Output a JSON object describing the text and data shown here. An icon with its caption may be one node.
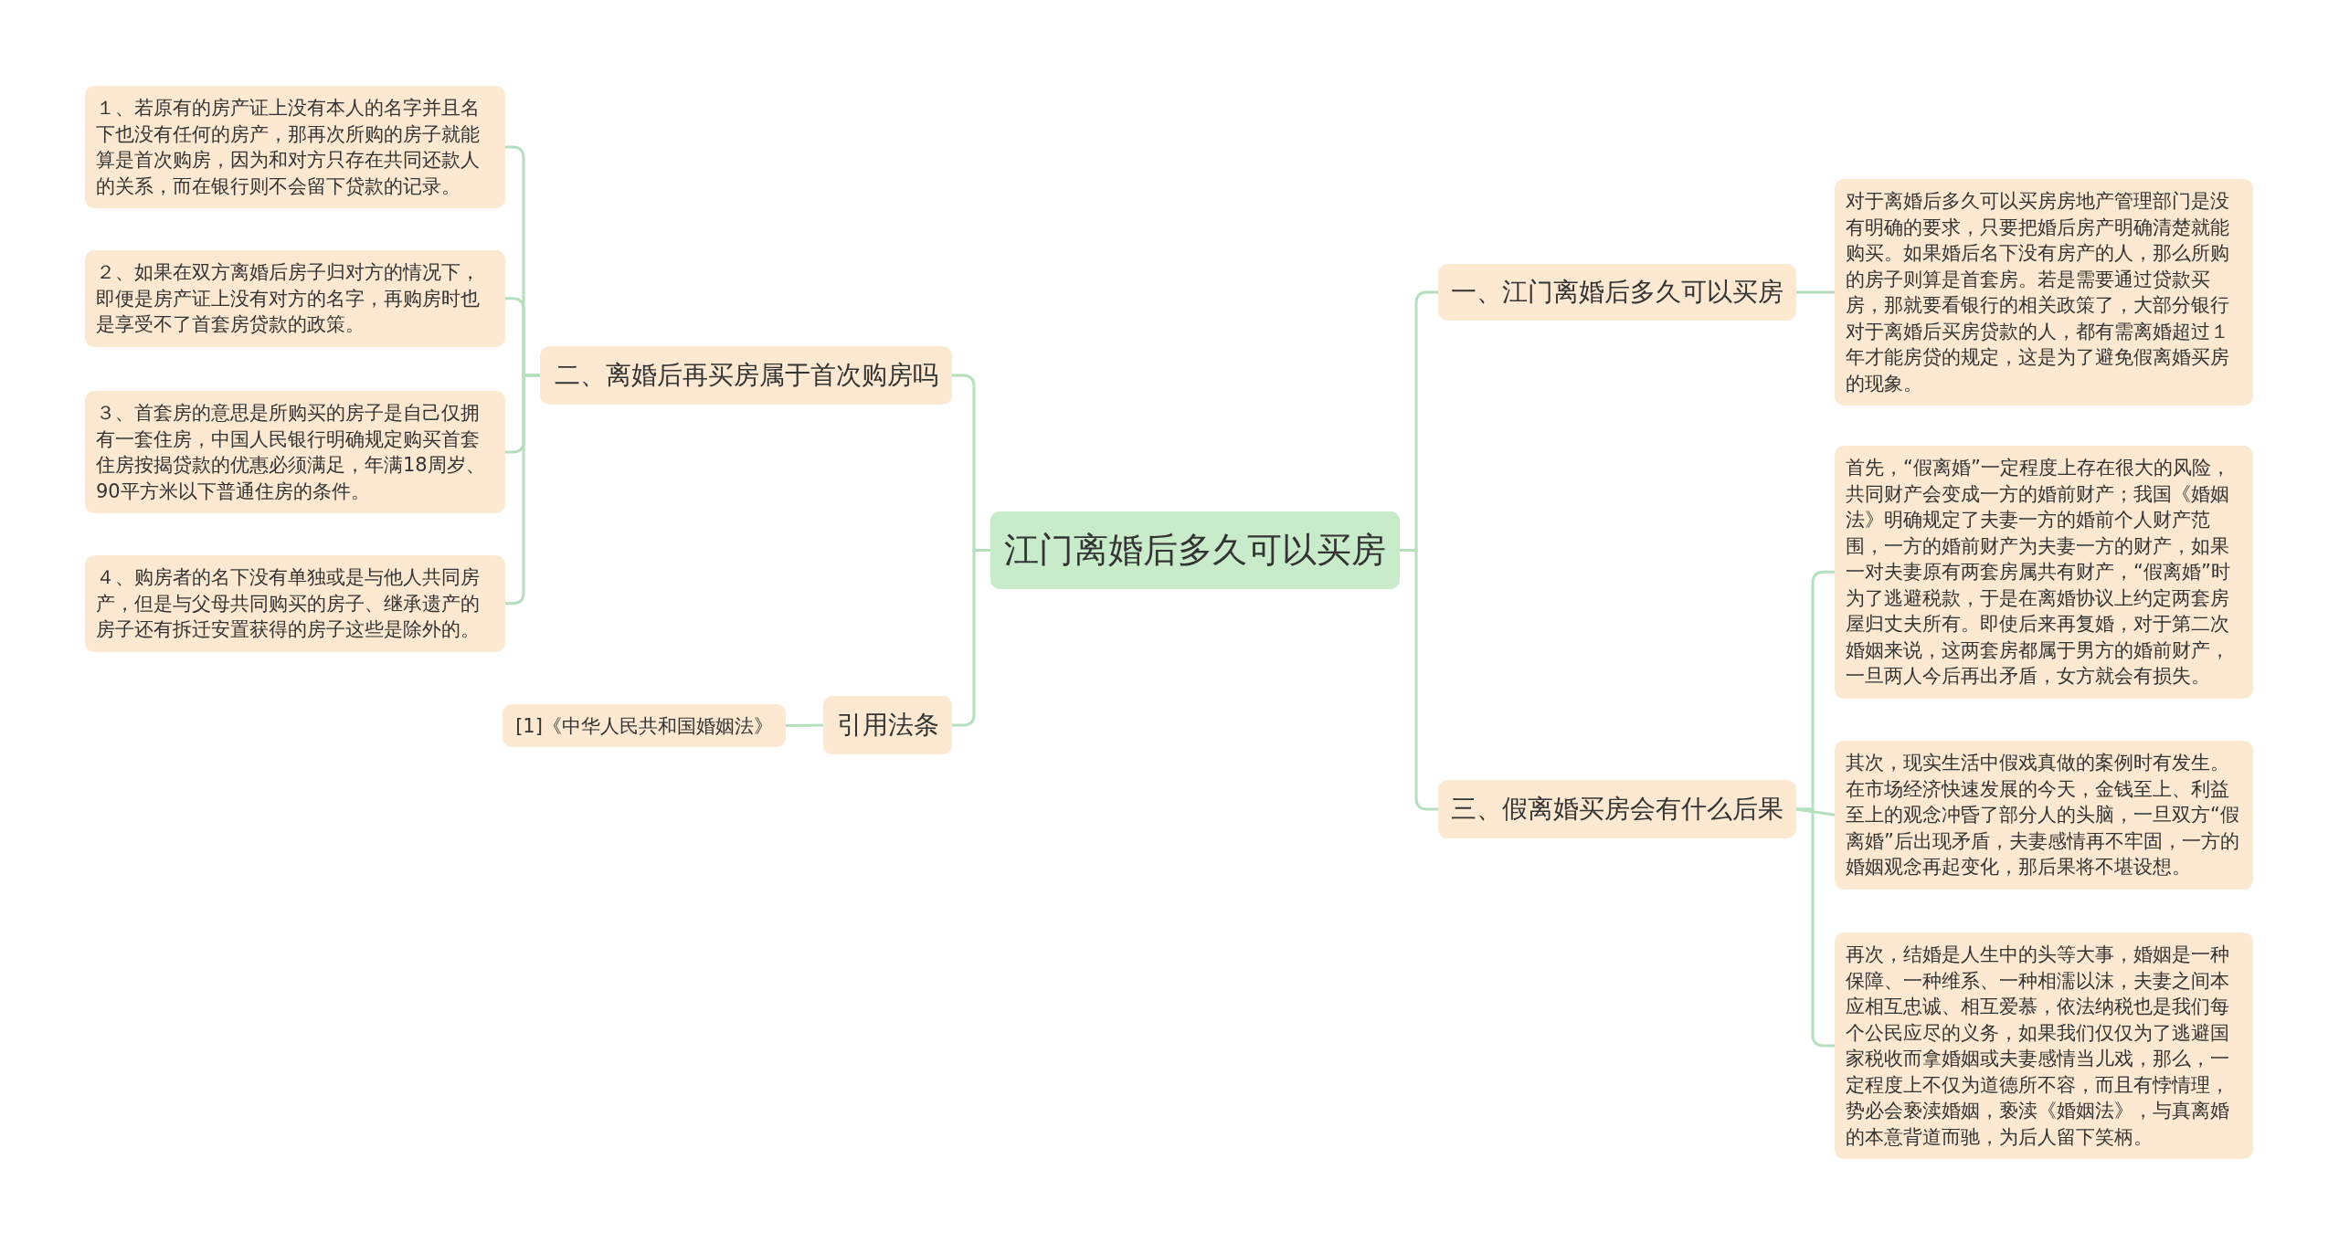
{
  "diagram": {
    "nodes": [
      {
        "text": [
          "江门离婚后多久可以买房"
        ]
      },
      {
        "text": [
          "二、离婚后再买房属于首次购房吗"
        ]
      },
      {
        "text": [
          "１、若原有的房产证上没有本人的名字并且名下也没有任何的房产，那再次所购的房子就能算是首次购房，因为和对方只存在共同还款人的关系，而在银行则不会留下贷款的记录。"
        ]
      },
      {
        "text": [
          "２、如果在双方离婚后房子归对方的情况下，即便是房产证上没有对方的名字，再购房时也是享受不了首套房贷款的政策。"
        ]
      },
      {
        "text": [
          "３、首套房的意思是所购买的房子是自己仅拥有一套住房，中国人民银行明确规定购买首套住房按揭贷款的优惠必须满足，年满18周岁、90平方米以下普通住房的条件。"
        ]
      },
      {
        "text": [
          "４、购房者的名下没有单独或是与他人共同房产，但是与父母共同购买的房子、继承遗产的房子还有拆迁安置获得的房子这些是除外的。"
        ]
      },
      {
        "text": [
          "引用法条"
        ]
      },
      {
        "text": [
          "[1]《中华人民共和国婚姻法》"
        ]
      },
      {
        "text": [
          "一、江门离婚后多久可以买房"
        ]
      },
      {
        "text": [
          "对于离婚后多久可以买房房地产管理部门是没有明确的要求，只要把婚后房产明确清楚就能购买。如果婚后名下没有房产的人，那么所购的房子则算是首套房。若是需要通过贷款买房，那就要看银行的相关政策了，大部分银行对于离婚后买房贷款的人，都有需离婚超过１年才能房贷的规定，这是为了避免假离婚买房的现象。"
        ]
      },
      {
        "text": [
          "三、假离婚买房会有什么后果"
        ]
      },
      {
        "text": [
          "首先，“假离婚”一定程度上存在很大的风险，共同财产会变成一方的婚前财产；我国《婚姻法》明确规定了夫妻一方的婚前个人财产范围，一方的婚前财产为夫妻一方的财产，如果一对夫妻原有两套房属共有财产，“假离婚”时为了逃避税款，于是在离婚协议上约定两套房屋归丈夫所有。即使后来再复婚，对于第二次婚姻来说，这两套房都属于男方的婚前财产，一旦两人今后再出矛盾，女方就会有损失。"
        ]
      },
      {
        "text": [
          "其次，现实生活中假戏真做的案例时有发生。在市场经济快速发展的今天，金钱至上、利益至上的观念冲昏了部分人的头脑，一旦双方“假离婚”后出现矛盾，夫妻感情再不牢固，一方的婚姻观念再起变化，那后果将不堪设想。"
        ]
      },
      {
        "text": [
          "再次，结婚是人生中的头等大事，婚姻是一种保障、一种维系、一种相濡以沫，夫妻之间本应相互忠诚、相互爱慕，依法纳税也是我们每个公民应尽的义务，如果我们仅仅为了逃避国家税收而拿婚姻或夫妻感情当儿戏，那么，一定程度上不仅为道德所不容，而且有悖情理，势必会亵渎婚姻，亵渎《婚姻法》，与真离婚的本意背道而驰，为后人留下笑柄。"
        ]
      }
    ],
    "edges": [
      {
        "from": 0,
        "to": 1,
        "arrow": "none"
      },
      {
        "from": 1,
        "to": 2,
        "arrow": "none"
      },
      {
        "from": 1,
        "to": 3,
        "arrow": "none"
      },
      {
        "from": 1,
        "to": 4,
        "arrow": "none"
      },
      {
        "from": 1,
        "to": 5,
        "arrow": "none"
      },
      {
        "from": 0,
        "to": 6,
        "arrow": "none"
      },
      {
        "from": 6,
        "to": 7,
        "arrow": "none"
      },
      {
        "from": 0,
        "to": 8,
        "arrow": "none"
      },
      {
        "from": 8,
        "to": 9,
        "arrow": "none"
      },
      {
        "from": 0,
        "to": 10,
        "arrow": "none"
      },
      {
        "from": 10,
        "to": 11,
        "arrow": "none"
      },
      {
        "from": 10,
        "to": 12,
        "arrow": "none"
      },
      {
        "from": 10,
        "to": 13,
        "arrow": "none"
      }
    ]
  }
}
